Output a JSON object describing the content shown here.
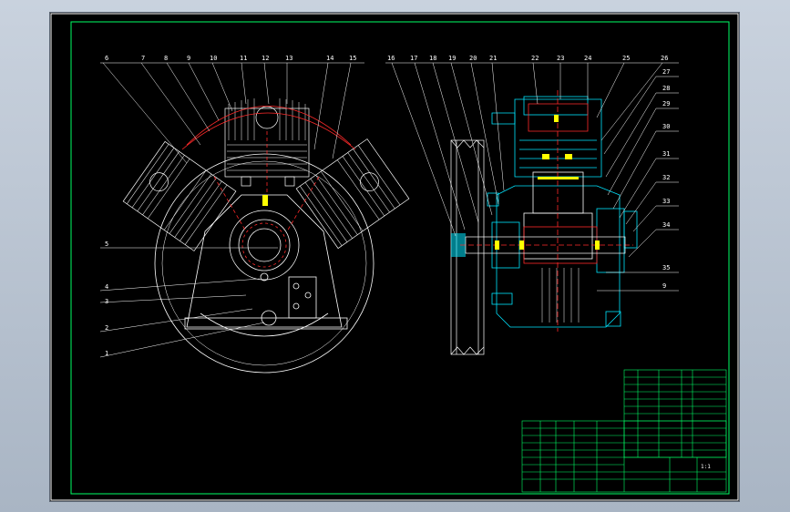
{
  "title_block": {
    "drawing_title": "",
    "drawing_no": "",
    "scale": "1:1"
  },
  "callouts_left": {
    "top": [
      "6",
      "7",
      "8",
      "9",
      "10",
      "11",
      "12",
      "13",
      "14",
      "15"
    ],
    "side": [
      "5",
      "4",
      "3",
      "2",
      "1"
    ]
  },
  "callouts_right": {
    "top": [
      "16",
      "17",
      "18",
      "19",
      "20",
      "21",
      "22",
      "23",
      "24",
      "25",
      "26"
    ],
    "side": [
      "27",
      "28",
      "29",
      "30",
      "31",
      "32",
      "33",
      "34",
      "35",
      "9"
    ]
  },
  "colors": {
    "frame": "#ffffff",
    "border": "#00ff66",
    "section_outline": "#00e5ff",
    "hidden_lines": "#ff2a2a",
    "part_fill": "#ffff00",
    "table_lines": "#00ff66"
  }
}
